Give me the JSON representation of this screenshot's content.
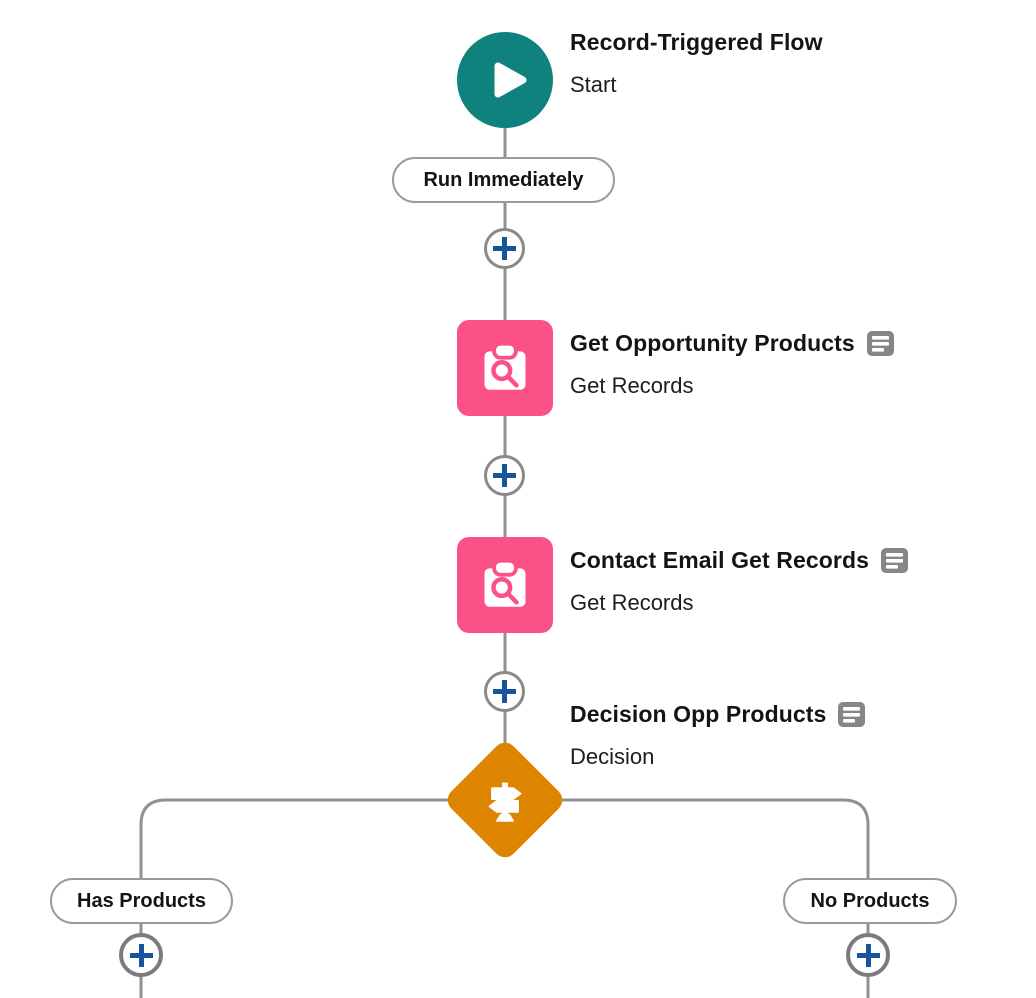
{
  "flow": {
    "start": {
      "title": "Record-Triggered Flow",
      "subtitle": "Start",
      "schedule_label": "Run Immediately"
    },
    "nodes": [
      {
        "title": "Get Opportunity Products",
        "subtitle": "Get Records",
        "type": "get-records"
      },
      {
        "title": "Contact Email Get Records",
        "subtitle": "Get Records",
        "type": "get-records"
      },
      {
        "title": "Decision Opp Products",
        "subtitle": "Decision",
        "type": "decision"
      }
    ],
    "branches": [
      {
        "label": "Has Products"
      },
      {
        "label": "No Products"
      }
    ]
  },
  "icons": {
    "start": "play-icon",
    "get_records": "clipboard-search-icon",
    "decision": "signpost-icon",
    "add": "plus-icon",
    "description": "description-icon"
  },
  "colors": {
    "start_teal": "#0f827d",
    "data_pink": "#fa5286",
    "logic_orange": "#dd8500",
    "plus_blue": "#17549d",
    "connector_gray": "#919191",
    "text_dark": "#141414"
  }
}
